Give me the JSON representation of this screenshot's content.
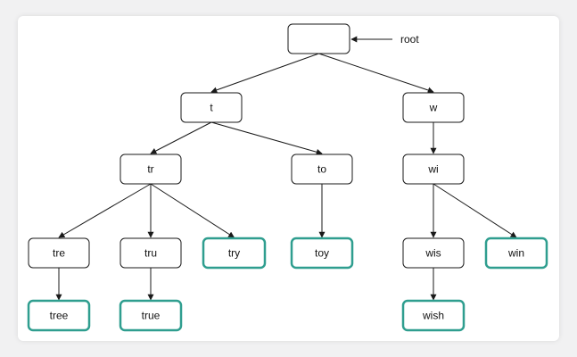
{
  "root_label": "root",
  "colors": {
    "edge": "#1a1a1a",
    "word_border": "#2f9e8f",
    "node_border": "#1a1a1a"
  },
  "nodes": {
    "root": {
      "label": "",
      "is_word": false
    },
    "t": {
      "label": "t",
      "is_word": false
    },
    "w": {
      "label": "w",
      "is_word": false
    },
    "tr": {
      "label": "tr",
      "is_word": false
    },
    "to": {
      "label": "to",
      "is_word": false
    },
    "wi": {
      "label": "wi",
      "is_word": false
    },
    "tre": {
      "label": "tre",
      "is_word": false
    },
    "tru": {
      "label": "tru",
      "is_word": false
    },
    "try": {
      "label": "try",
      "is_word": true
    },
    "toy": {
      "label": "toy",
      "is_word": true
    },
    "wis": {
      "label": "wis",
      "is_word": false
    },
    "win": {
      "label": "win",
      "is_word": true
    },
    "tree": {
      "label": "tree",
      "is_word": true
    },
    "true": {
      "label": "true",
      "is_word": true
    },
    "wish": {
      "label": "wish",
      "is_word": true
    }
  },
  "edges": [
    [
      "root",
      "t"
    ],
    [
      "root",
      "w"
    ],
    [
      "t",
      "tr"
    ],
    [
      "t",
      "to"
    ],
    [
      "w",
      "wi"
    ],
    [
      "tr",
      "tre"
    ],
    [
      "tr",
      "tru"
    ],
    [
      "tr",
      "try"
    ],
    [
      "to",
      "toy"
    ],
    [
      "wi",
      "wis"
    ],
    [
      "wi",
      "win"
    ],
    [
      "tre",
      "tree"
    ],
    [
      "tru",
      "true"
    ],
    [
      "wis",
      "wish"
    ]
  ]
}
